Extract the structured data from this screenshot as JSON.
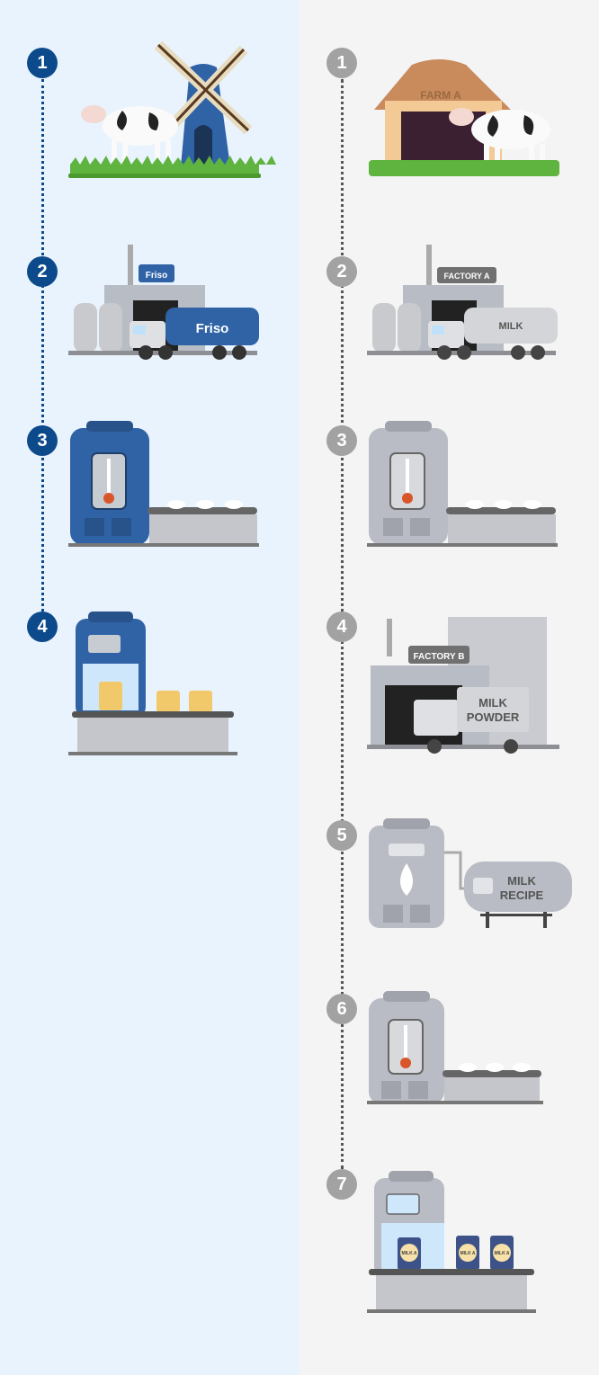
{
  "left": {
    "brand": "Friso",
    "steps": [
      "1",
      "2",
      "3",
      "4"
    ]
  },
  "right": {
    "steps": [
      "1",
      "2",
      "3",
      "4",
      "5",
      "6",
      "7"
    ],
    "farm_label": "FARM A",
    "factory_a_label": "FACTORY A",
    "tanker_label": "MILK",
    "factory_b_label": "FACTORY B",
    "truck_label_1": "MILK",
    "truck_label_2": "POWDER",
    "mixer_label_1": "MILK",
    "mixer_label_2": "RECIPE",
    "can_label": "MILK A"
  },
  "colors": {
    "left_accent": "#0d4a8c",
    "right_accent": "#a2a2a2"
  }
}
